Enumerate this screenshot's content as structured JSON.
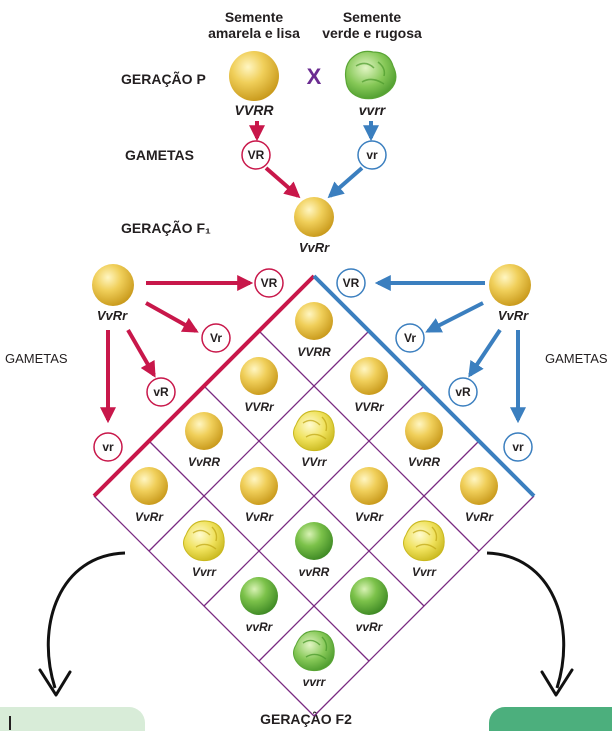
{
  "parents": {
    "left_caption": [
      "Semente",
      "amarela e lisa"
    ],
    "right_caption": [
      "Semente",
      "verde e rugosa"
    ],
    "cross_symbol": "X",
    "left_genotype": "VVRR",
    "right_genotype": "vvrr"
  },
  "rows": {
    "geracao_p": "GERAÇÃO P",
    "gametas": "GAMETAS",
    "geracao_f1": "GERAÇÃO F₁",
    "geracao_f2": "GERAÇÃO F2"
  },
  "parent_gametes": {
    "left": "VR",
    "right": "vr"
  },
  "f1_genotype": "VvRr",
  "f1_parents": {
    "left_genotype": "VvRr",
    "right_genotype": "VvRr"
  },
  "side_labels": {
    "left": "GAMETAS",
    "right": "GAMETAS"
  },
  "gametes_left": [
    "VR",
    "Vr",
    "vR",
    "vr"
  ],
  "gametes_right": [
    "VR",
    "Vr",
    "vR",
    "vr"
  ],
  "grid_genotypes": [
    [
      "VVRR",
      "VVRr",
      "VvRR",
      "VvRr"
    ],
    [
      "VVRr",
      "VVrr",
      "VvRr",
      "Vvrr"
    ],
    [
      "VvRR",
      "VvRr",
      "vvRR",
      "vvRr"
    ],
    [
      "VvRr",
      "Vvrr",
      "vvRr",
      "vvrr"
    ]
  ],
  "grid_phenotypes": [
    [
      "yellow-smooth",
      "yellow-smooth",
      "yellow-smooth",
      "yellow-smooth"
    ],
    [
      "yellow-smooth",
      "yellow-wrinkled",
      "yellow-smooth",
      "yellow-wrinkled"
    ],
    [
      "yellow-smooth",
      "yellow-smooth",
      "green-smooth",
      "green-smooth"
    ],
    [
      "yellow-smooth",
      "yellow-wrinkled",
      "green-smooth",
      "green-wrinkled"
    ]
  ],
  "colors": {
    "red": "#c8174a",
    "blue": "#3b7fbf",
    "grid": "#7a2a82",
    "cross": "#6b2c91",
    "yellow": "#e9c44a",
    "green": "#6cb93f",
    "box_light": "#d8ecd8",
    "box_dark": "#4caf7d"
  },
  "icons": [
    "yellow-smooth-seed-icon",
    "yellow-wrinkled-seed-icon",
    "green-smooth-seed-icon",
    "green-wrinkled-seed-icon",
    "curved-arrow-icon"
  ]
}
